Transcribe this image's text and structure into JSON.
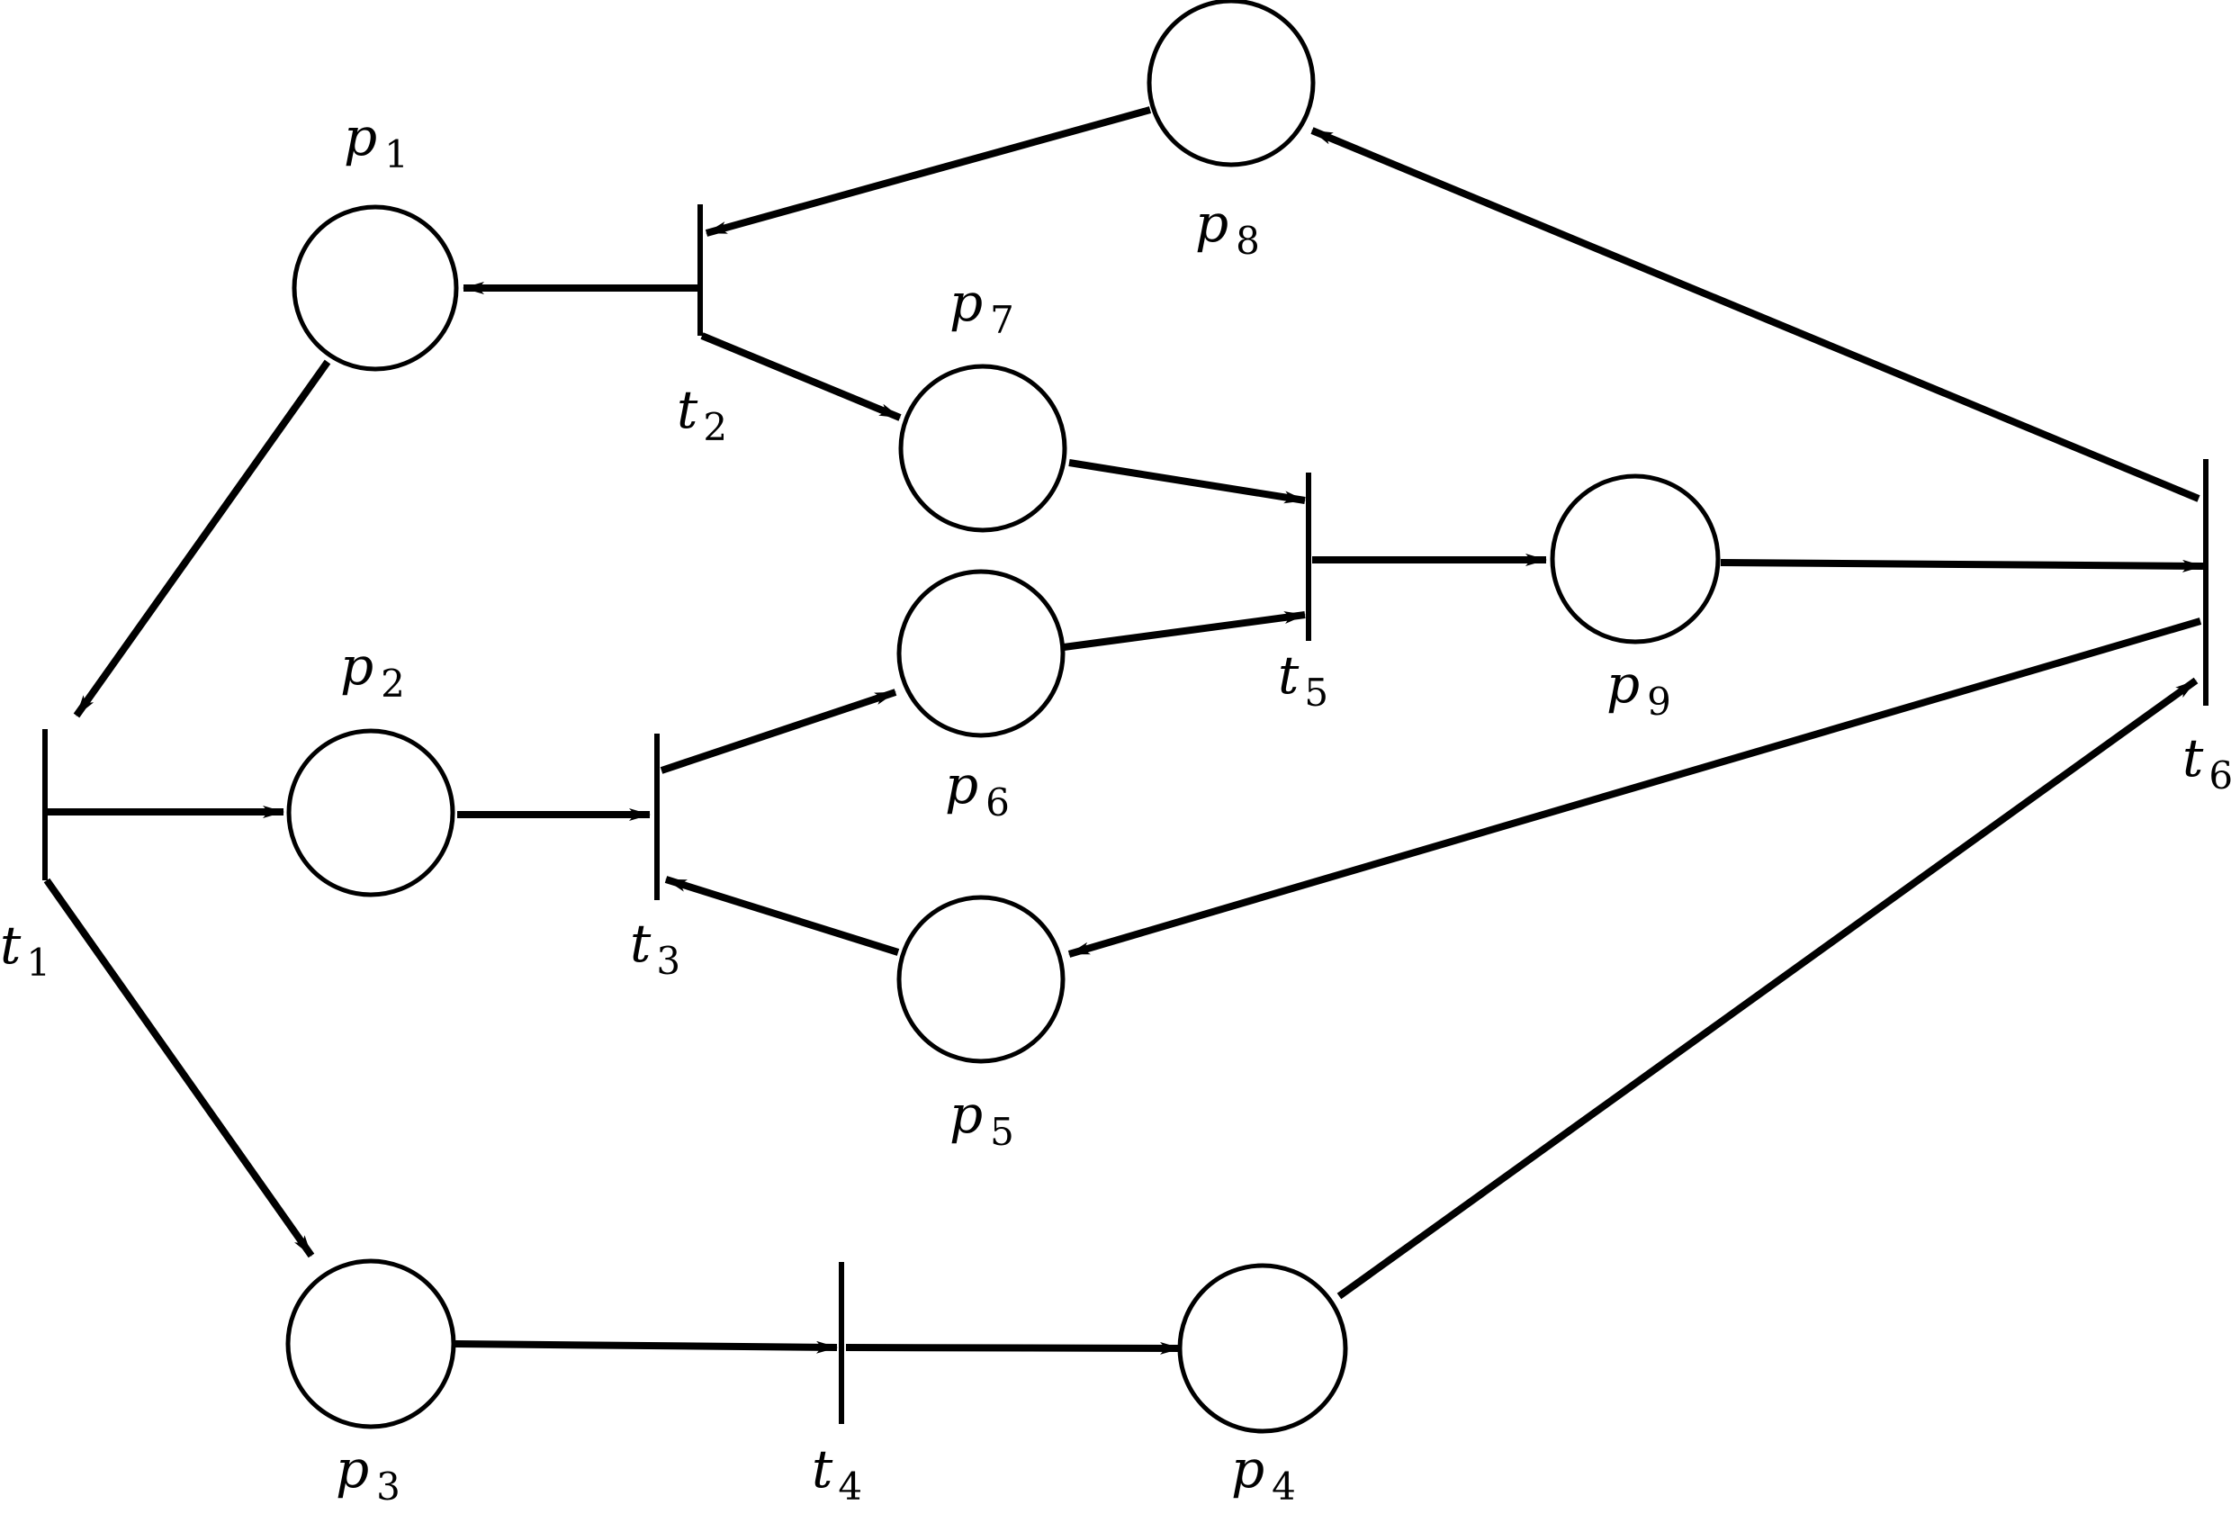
{
  "places": [
    {
      "id": "p1",
      "letter": "p",
      "index": "1"
    },
    {
      "id": "p2",
      "letter": "p",
      "index": "2"
    },
    {
      "id": "p3",
      "letter": "p",
      "index": "3"
    },
    {
      "id": "p4",
      "letter": "p",
      "index": "4"
    },
    {
      "id": "p5",
      "letter": "p",
      "index": "5"
    },
    {
      "id": "p6",
      "letter": "p",
      "index": "6"
    },
    {
      "id": "p7",
      "letter": "p",
      "index": "7"
    },
    {
      "id": "p8",
      "letter": "p",
      "index": "8"
    },
    {
      "id": "p9",
      "letter": "p",
      "index": "9"
    }
  ],
  "transitions": [
    {
      "id": "t1",
      "letter": "t",
      "index": "1"
    },
    {
      "id": "t2",
      "letter": "t",
      "index": "2"
    },
    {
      "id": "t3",
      "letter": "t",
      "index": "3"
    },
    {
      "id": "t4",
      "letter": "t",
      "index": "4"
    },
    {
      "id": "t5",
      "letter": "t",
      "index": "5"
    },
    {
      "id": "t6",
      "letter": "t",
      "index": "6"
    }
  ],
  "arcs": [
    {
      "from": "p1",
      "to": "t1"
    },
    {
      "from": "t1",
      "to": "p2"
    },
    {
      "from": "t1",
      "to": "p3"
    },
    {
      "from": "t2",
      "to": "p1"
    },
    {
      "from": "t2",
      "to": "p7"
    },
    {
      "from": "p8",
      "to": "t2"
    },
    {
      "from": "p2",
      "to": "t3"
    },
    {
      "from": "p5",
      "to": "t3"
    },
    {
      "from": "t3",
      "to": "p6"
    },
    {
      "from": "p3",
      "to": "t4"
    },
    {
      "from": "t4",
      "to": "p4"
    },
    {
      "from": "p7",
      "to": "t5"
    },
    {
      "from": "p6",
      "to": "t5"
    },
    {
      "from": "t5",
      "to": "p9"
    },
    {
      "from": "p9",
      "to": "t6"
    },
    {
      "from": "p4",
      "to": "t6"
    },
    {
      "from": "t6",
      "to": "p8"
    },
    {
      "from": "t6",
      "to": "p5"
    }
  ],
  "colors": {
    "ink": "#000000",
    "paper": "#ffffff"
  }
}
